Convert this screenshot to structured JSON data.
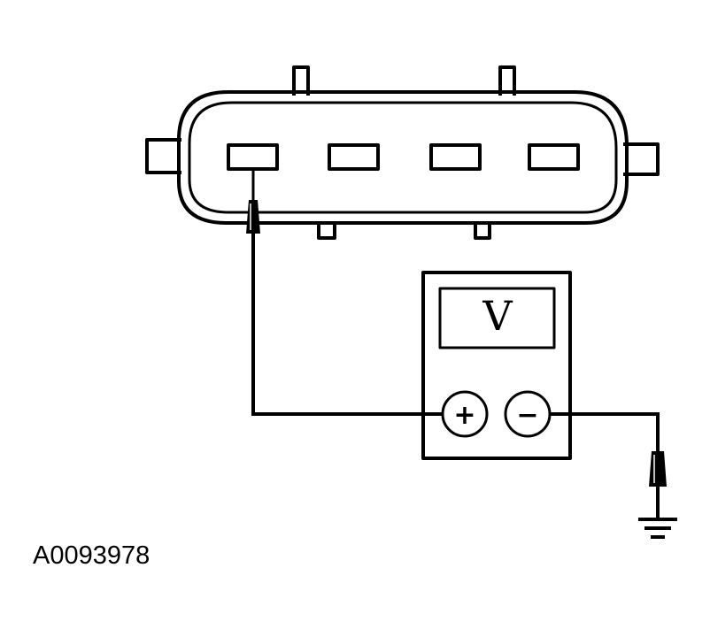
{
  "figure_id": "A0093978",
  "meter": {
    "display_symbol": "V",
    "positive_terminal": "+",
    "negative_terminal": "−"
  },
  "connector": {
    "pin_count": 4
  }
}
